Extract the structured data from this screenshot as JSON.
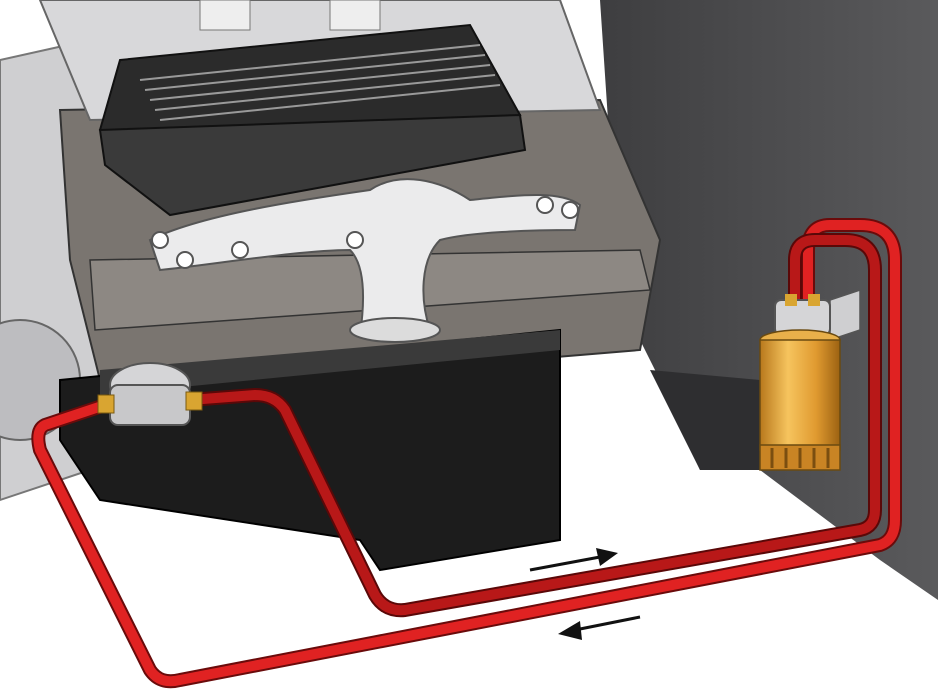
{
  "illustration": {
    "subject": "engine-remote-oil-filter-lines",
    "colors": {
      "hose": "#d81e1e",
      "hose_dark": "#8e1010",
      "filter": "#e9a63a",
      "wall": "#4a4a4c",
      "engine_block": "#7a7570",
      "oil_pan": "#1c1c1c",
      "valve_cover": "#2b2b2b",
      "manifold": "#e6e6e6",
      "arrow": "#111111"
    },
    "flow_arrows": [
      {
        "direction": "right"
      },
      {
        "direction": "left"
      }
    ]
  }
}
